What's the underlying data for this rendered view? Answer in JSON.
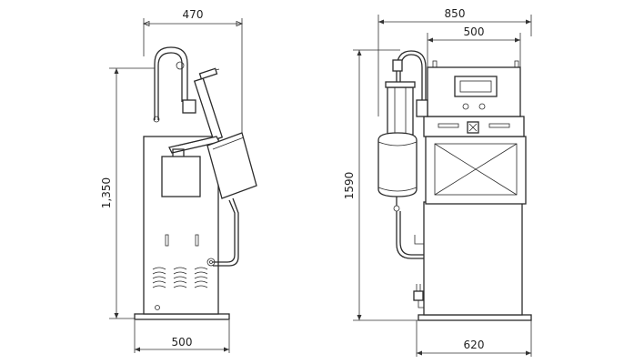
{
  "views": {
    "side": {
      "dim_top": "470",
      "dim_bottom": "500",
      "dim_height": "1,350"
    },
    "front": {
      "dim_top_outer": "850",
      "dim_top_inner": "500",
      "dim_bottom": "620",
      "dim_height": "1590"
    }
  },
  "colors": {
    "line": "#2b2b2b",
    "background": "#ffffff"
  }
}
